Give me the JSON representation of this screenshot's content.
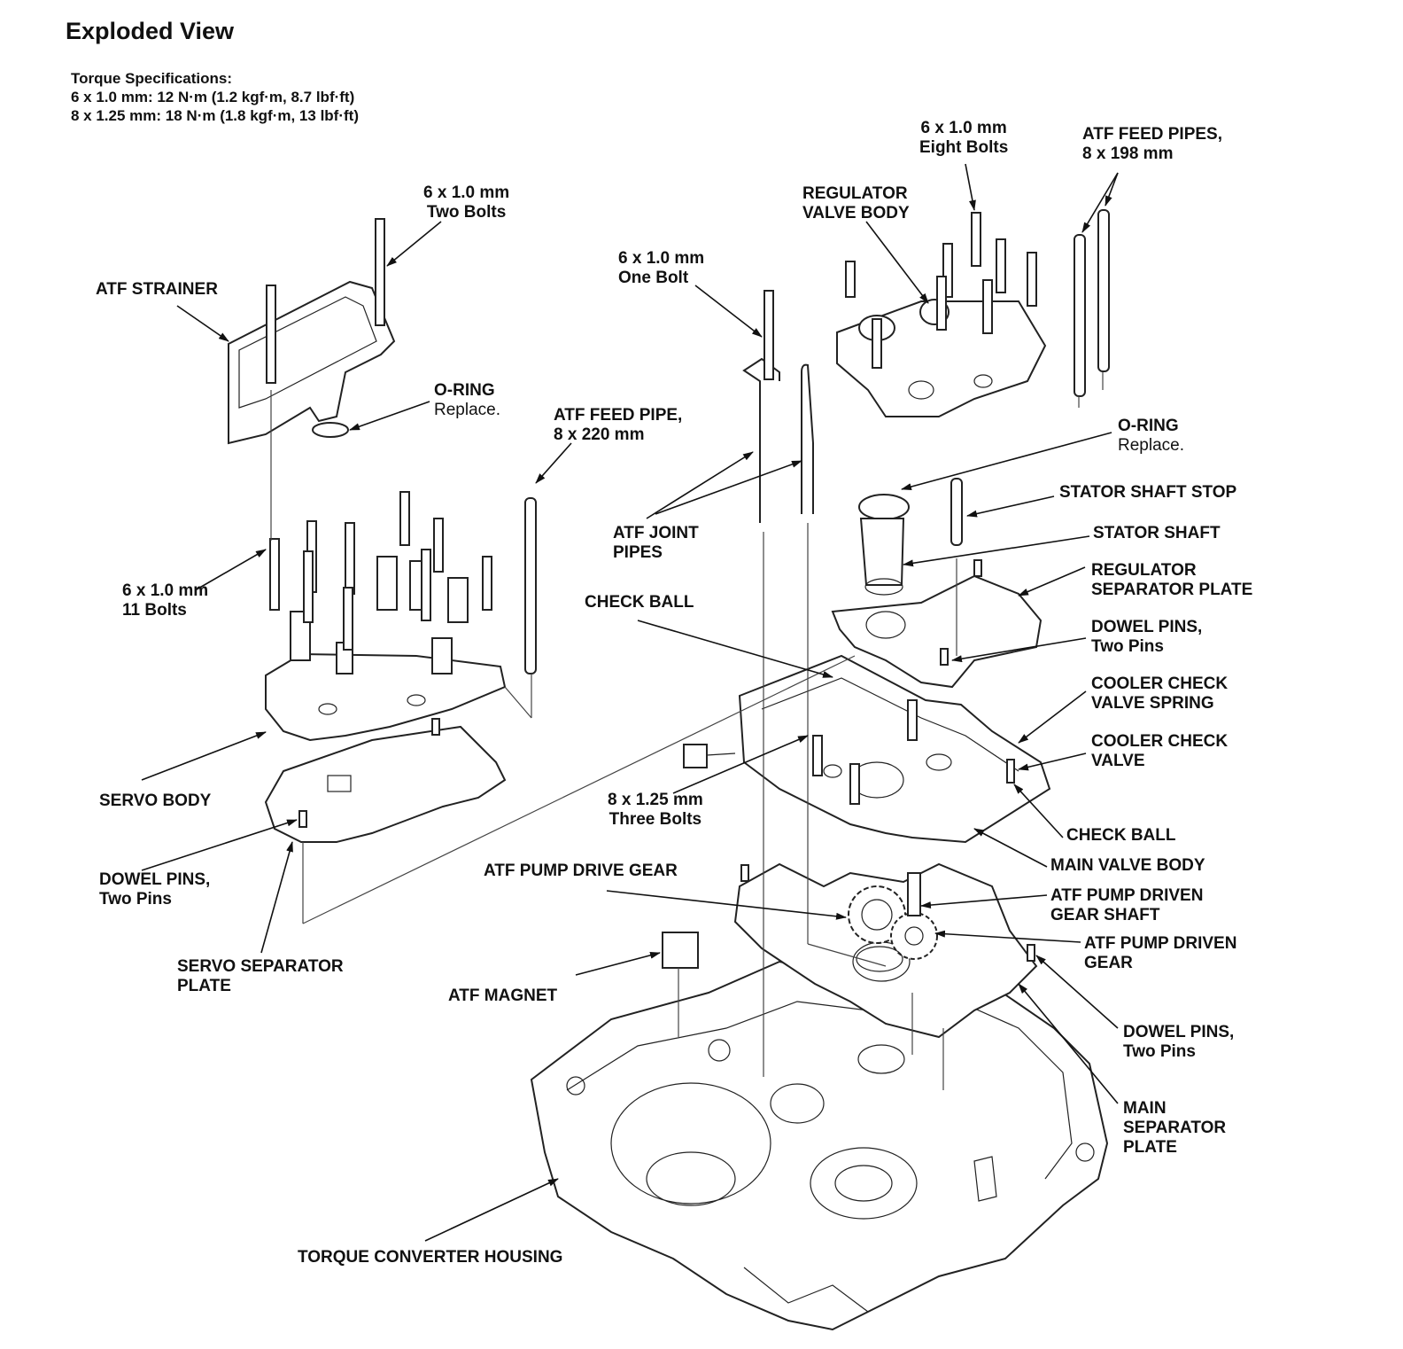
{
  "title": "Exploded View",
  "torque": {
    "heading": "Torque Specifications:",
    "line1": "6 x 1.0 mm: 12 N·m (1.2 kgf·m, 8.7 lbf·ft)",
    "line2": "8 x 1.25 mm: 18 N·m (1.8 kgf·m, 13 lbf·ft)"
  },
  "labels": {
    "strainer_bolts": [
      "6 x 1.0 mm",
      "Two Bolts"
    ],
    "atf_strainer": [
      "ATF STRAINER"
    ],
    "oring_left": [
      "O-RING",
      "Replace."
    ],
    "feed_pipe_220": [
      "ATF FEED PIPE,",
      "8 x 220 mm"
    ],
    "servo_bolts": [
      "6 x 1.0 mm",
      "11 Bolts"
    ],
    "servo_body": [
      "SERVO BODY"
    ],
    "dowel_left": [
      "DOWEL PINS,",
      "Two Pins"
    ],
    "servo_sep_plate": [
      "SERVO SEPARATOR",
      "PLATE"
    ],
    "atf_magnet": [
      "ATF MAGNET"
    ],
    "torque_converter": [
      "TORQUE CONVERTER HOUSING"
    ],
    "one_bolt": [
      "6 x 1.0 mm",
      "One Bolt"
    ],
    "atf_joint_pipes": [
      "ATF JOINT",
      "PIPES"
    ],
    "check_ball_top": [
      "CHECK BALL"
    ],
    "three_bolts": [
      "8 x 1.25 mm",
      "Three Bolts"
    ],
    "pump_drive_gear": [
      "ATF PUMP DRIVE GEAR"
    ],
    "eight_bolts": [
      "6 x 1.0 mm",
      "Eight Bolts"
    ],
    "regulator_valve_body": [
      "REGULATOR",
      "VALVE BODY"
    ],
    "feed_pipes_198": [
      "ATF FEED PIPES,",
      "8 x 198 mm"
    ],
    "oring_right": [
      "O-RING",
      "Replace."
    ],
    "stator_shaft_stop": [
      "STATOR SHAFT STOP"
    ],
    "stator_shaft": [
      "STATOR SHAFT"
    ],
    "regulator_sep_plate": [
      "REGULATOR",
      "SEPARATOR PLATE"
    ],
    "dowel_right_top": [
      "DOWEL PINS,",
      "Two Pins"
    ],
    "cooler_spring": [
      "COOLER CHECK",
      "VALVE SPRING"
    ],
    "cooler_valve": [
      "COOLER CHECK",
      "VALVE"
    ],
    "check_ball_right": [
      "CHECK BALL"
    ],
    "main_valve_body": [
      "MAIN VALVE BODY"
    ],
    "driven_gear_shaft": [
      "ATF PUMP DRIVEN",
      "GEAR SHAFT"
    ],
    "driven_gear": [
      "ATF PUMP DRIVEN",
      "GEAR"
    ],
    "dowel_right_bottom": [
      "DOWEL PINS,",
      "Two Pins"
    ],
    "main_sep_plate": [
      "MAIN",
      "SEPARATOR",
      "PLATE"
    ]
  }
}
